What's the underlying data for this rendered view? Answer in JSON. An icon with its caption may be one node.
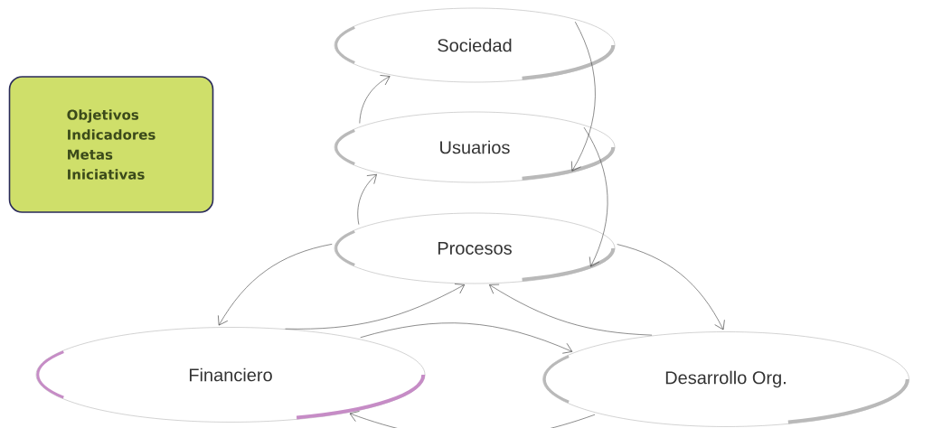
{
  "diagram": {
    "nodes": [
      {
        "text": [
          "Objetivos",
          "Indicadores",
          "Metas",
          "Iniciativas"
        ]
      },
      {
        "text": [
          "Sociedad"
        ]
      },
      {
        "text": [
          "Usuarios"
        ]
      },
      {
        "text": [
          "Procesos"
        ]
      },
      {
        "text": [
          "Financiero"
        ]
      },
      {
        "text": [
          "Desarrollo Org."
        ]
      }
    ],
    "edges": [
      {
        "from": 2,
        "to": 1,
        "arrow": "to"
      },
      {
        "from": 3,
        "to": 2,
        "arrow": "to"
      },
      {
        "from": 1,
        "to": 2,
        "arrow": "to"
      },
      {
        "from": 2,
        "to": 3,
        "arrow": "to"
      },
      {
        "from": 3,
        "to": 4,
        "arrow": "to"
      },
      {
        "from": 3,
        "to": 5,
        "arrow": "to"
      },
      {
        "from": 4,
        "to": 3,
        "arrow": "to"
      },
      {
        "from": 5,
        "to": 3,
        "arrow": "to"
      },
      {
        "from": 4,
        "to": 5,
        "arrow": "to"
      },
      {
        "from": 5,
        "to": 4,
        "arrow": "to"
      }
    ]
  }
}
